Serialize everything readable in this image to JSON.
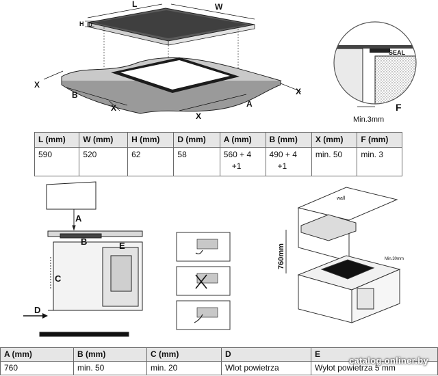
{
  "dimension_labels": {
    "L": "L",
    "W": "W",
    "H": "H",
    "D": "D",
    "A": "A",
    "B": "B",
    "X": "X",
    "F": "F",
    "seal": "SEAL",
    "min_gap": "Min.3mm"
  },
  "spec_table": {
    "headers": [
      "L (mm)",
      "W (mm)",
      "H (mm)",
      "D (mm)",
      "A (mm)",
      "B (mm)",
      "X (mm)",
      "F (mm)"
    ],
    "row": {
      "L": "590",
      "W": "520",
      "H": "62",
      "D": "58",
      "A1": "560 + 4",
      "A2": "+1",
      "B1": "490 + 4",
      "B2": "+1",
      "X": "min. 50",
      "F": "min. 3"
    }
  },
  "install_labels": {
    "A": "A",
    "B": "B",
    "C": "C",
    "D": "D",
    "E": "E",
    "wall": "wall",
    "height": "760mm",
    "min_side": "Min.30mm"
  },
  "install_table": {
    "headers": [
      "A (mm)",
      "B (mm)",
      "C (mm)",
      "D",
      "E"
    ],
    "values": [
      "760",
      "min. 50",
      "min. 20",
      "Wlot powietrza",
      "Wylot powietrza 5 mm"
    ]
  },
  "watermark": "catalog.onliner.by"
}
